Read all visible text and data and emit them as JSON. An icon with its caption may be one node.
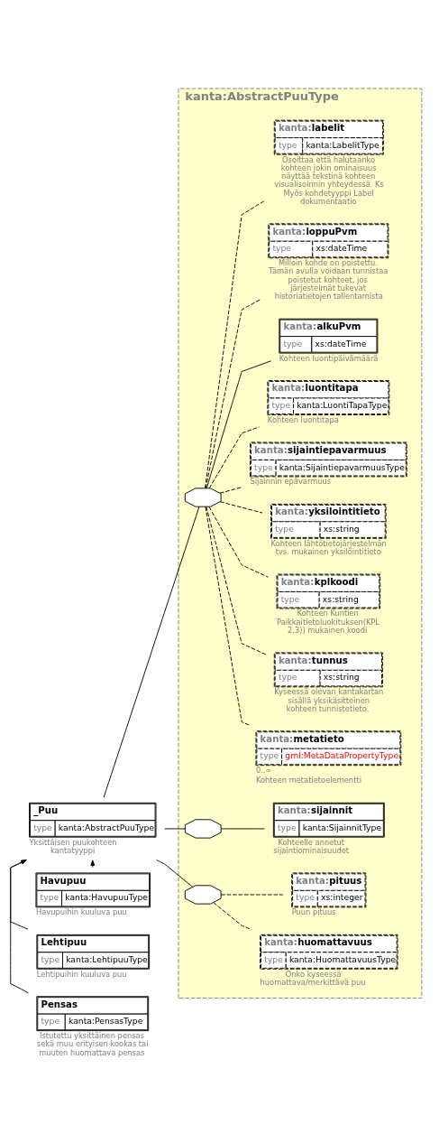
{
  "diagram": {
    "nodes": [
      {
        "text": [
          "_Puu",
          "type",
          "kanta:AbstractPuuType"
        ],
        "beside": [
          "Yksittäisen puukohteen kantatyyppi"
        ]
      },
      {
        "text": [
          "kanta:AbstractPuuType"
        ]
      },
      {
        "text": [],
        "shape": "octagon",
        "in": 1
      },
      {
        "text": [
          "kanta:metatieto",
          "type",
          "gml:MetaDataPropertyType"
        ],
        "beside": [
          "0..∞",
          "Kohteen metatietoelementti"
        ],
        "in": 1
      },
      {
        "text": [
          "kanta:tunnus",
          "type",
          "xs:string"
        ],
        "beside": [
          "Kyseessä olevan kantakartan sisällä yksikäsitteinen kohteen tunnistetieto."
        ],
        "in": 1
      },
      {
        "text": [
          "kanta:kplkoodi",
          "type",
          "xs:string"
        ],
        "beside": [
          "Kohteen Kuntien Paikkaitietoluokituksen(KPL 2.3)) mukainen koodi"
        ],
        "in": 1
      },
      {
        "text": [
          "kanta:yksilointitieto",
          "type",
          "xs:string"
        ],
        "beside": [
          "Kohteen lähtötietojärjestelmän tvs. mukainen yksilöintitieto"
        ],
        "in": 1
      },
      {
        "text": [
          "kanta:sijaintiepavarmuus",
          "type",
          "kanta:SijaintiepavarmuusType"
        ],
        "beside": [
          "Sijainnin epävarmuus"
        ],
        "in": 1
      },
      {
        "text": [
          "kanta:luontitapa",
          "type",
          "kanta:LuontiTapaType"
        ],
        "beside": [
          "Kohteen luontitapa"
        ],
        "in": 1
      },
      {
        "text": [
          "kanta:alkuPvm",
          "type",
          "xs:dateTime"
        ],
        "beside": [
          "Kohteen luontipäivämäärä"
        ],
        "in": 1
      },
      {
        "text": [
          "kanta:loppuPvm",
          "type",
          "xs:dateTime"
        ],
        "beside": [
          "Milloin kohde on poistettu. Tämän avulla voidaan tunnistaa poistetut kohteet, jos järjestelmät tukevat historiatietojen tallentamista"
        ],
        "in": 1
      },
      {
        "text": [
          "kanta:labelit",
          "type",
          "kanta:LabelitType"
        ],
        "beside": [
          "Osoittaa että halutaanko kohteen jokin ominaisuus näyttää tekstinä kohteen visualisoinnin yhteydessä. Ks Myös kohdetyyppi Label dokumentaatio"
        ],
        "in": 1
      },
      {
        "text": [],
        "shape": "octagon",
        "in": 1
      },
      {
        "text": [
          "kanta:sijainnit",
          "type",
          "kanta:SijainnitType"
        ],
        "beside": [
          "Kohteelle annetut sijaintiominaisuudet"
        ],
        "in": 1
      },
      {
        "text": [],
        "shape": "octagon",
        "in": 1
      },
      {
        "text": [
          "kanta:huomattavuus",
          "type",
          "kanta:HuomattavuusType"
        ],
        "beside": [
          "Onko kyseessä huomattava/merkittävä puu"
        ],
        "in": 1
      },
      {
        "text": [
          "kanta:pituus",
          "type",
          "xs:integer"
        ],
        "beside": [
          "Puun pituus"
        ],
        "in": 1
      },
      {
        "text": [
          "Havupuu",
          "type",
          "kanta:HavupuuType"
        ],
        "beside": [
          "Havupuihin kuuluva puu"
        ]
      },
      {
        "text": [
          "Lehtipuu",
          "type",
          "kanta:LehtipuuType"
        ],
        "beside": [
          "Lehtipuihin kuuluva puu"
        ]
      },
      {
        "text": [
          "Pensas",
          "type",
          "kanta:PensasType"
        ],
        "beside": [
          "Istutettu yksittäinen pensas sekä muu erityisen kookas tai muuten huomattava pensas"
        ]
      }
    ],
    "edges": [
      {
        "from": 0,
        "to": 2,
        "arrow": "none"
      },
      {
        "from": 0,
        "to": 12,
        "arrow": "none"
      },
      {
        "from": 0,
        "to": 14,
        "arrow": "none"
      },
      {
        "from": 2,
        "to": 3,
        "arrow": "none",
        "style": "dashed"
      },
      {
        "from": 2,
        "to": 4,
        "arrow": "none",
        "style": "dashed"
      },
      {
        "from": 2,
        "to": 5,
        "arrow": "none",
        "style": "dashed"
      },
      {
        "from": 2,
        "to": 6,
        "arrow": "none",
        "style": "dashed"
      },
      {
        "from": 2,
        "to": 7,
        "arrow": "none",
        "style": "dashed"
      },
      {
        "from": 2,
        "to": 8,
        "arrow": "none",
        "style": "dashed"
      },
      {
        "from": 2,
        "to": 9,
        "arrow": "none"
      },
      {
        "from": 2,
        "to": 10,
        "arrow": "none",
        "style": "dashed"
      },
      {
        "from": 2,
        "to": 11,
        "arrow": "none",
        "style": "dashed"
      },
      {
        "from": 12,
        "to": 13,
        "arrow": "none"
      },
      {
        "from": 14,
        "to": 15,
        "arrow": "none",
        "style": "dashed"
      },
      {
        "from": 14,
        "to": 16,
        "arrow": "none",
        "style": "dashed"
      },
      {
        "from": 17,
        "to": 0,
        "arrow": "to"
      },
      {
        "from": 18,
        "to": 0,
        "arrow": "to"
      },
      {
        "from": 19,
        "to": 0,
        "arrow": "to"
      }
    ]
  }
}
